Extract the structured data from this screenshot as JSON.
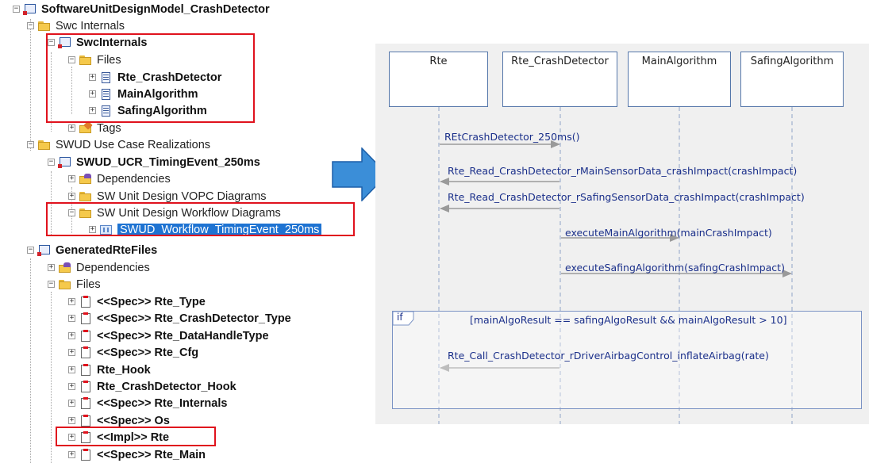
{
  "tree": {
    "root": "SoftwareUnitDesignModel_CrashDetector",
    "swc_internals_folder": "Swc Internals",
    "swc_internals_pkg": "SwcInternals",
    "files_folder": "Files",
    "files": [
      "Rte_CrashDetector",
      "MainAlgorithm",
      "SafingAlgorithm"
    ],
    "tags": "Tags",
    "swud_use_case_folder": "SWUD Use Case Realizations",
    "swud_ucr": "SWUD_UCR_TimingEvent_250ms",
    "dependencies": "Dependencies",
    "vopc": "SW Unit Design VOPC Diagrams",
    "workflow_folder": "SW Unit Design Workflow Diagrams",
    "workflow_diagram": "SWUD_Workflow_TimingEvent_250ms",
    "generated": "GeneratedRteFiles",
    "gen_dependencies": "Dependencies",
    "gen_files": "Files",
    "gen_items": [
      "<<Spec>> Rte_Type",
      "<<Spec>> Rte_CrashDetector_Type",
      "<<Spec>> Rte_DataHandleType",
      "<<Spec>> Rte_Cfg",
      "Rte_Hook",
      "Rte_CrashDetector_Hook",
      "<<Spec>> Rte_Internals",
      "<<Spec>> Os",
      "<<Impl>> Rte",
      "<<Spec>> Rte_Main"
    ]
  },
  "diagram": {
    "lifelines": [
      "Rte",
      "Rte_CrashDetector",
      "MainAlgorithm",
      "SafingAlgorithm"
    ],
    "messages": [
      "REtCrashDetector_250ms()",
      "Rte_Read_CrashDetector_rMainSensorData_crashImpact(crashImpact)",
      "Rte_Read_CrashDetector_rSafingSensorData_crashImpact(crashImpact)",
      "executeMainAlgorithm(mainCrashImpact)",
      "executeSafingAlgorithm(safingCrashImpact)",
      "Rte_Call_CrashDetector_rDriverAirbagControl_inflateAirbag(rate)"
    ],
    "fragment_keyword": "if",
    "fragment_guard": "[mainAlgoResult == safingAlgoResult && mainAlgoResult > 10]"
  },
  "colors": {
    "highlight_box": "#e0121d",
    "selection": "#1e73d2",
    "arrow": "#3b8ed8",
    "message_text": "#1a2f8a"
  }
}
